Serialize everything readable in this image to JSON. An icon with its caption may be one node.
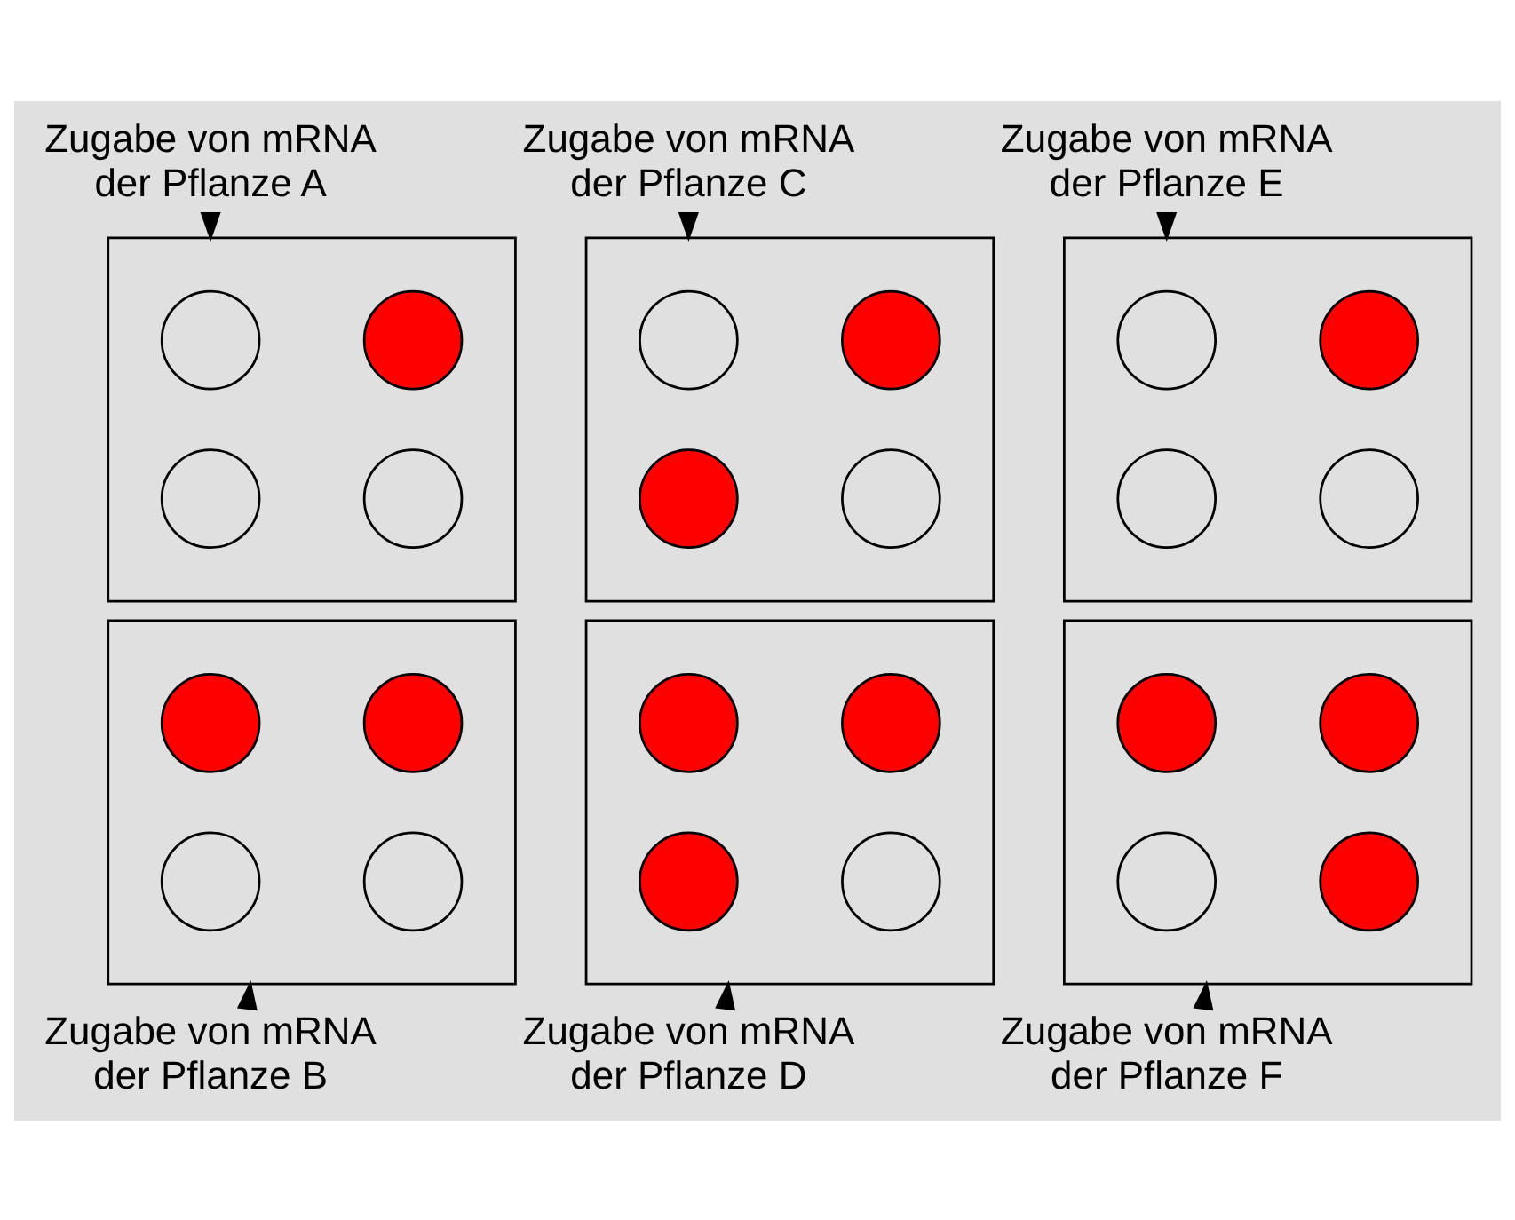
{
  "diagram": {
    "nodes": [
      {
        "text": [
          "Zugabe von mRNA der Pflanze A"
        ]
      },
      {
        "text": [
          "Zugabe von mRNA der Pflanze C"
        ]
      },
      {
        "text": [
          "Zugabe von mRNA der Pflanze E"
        ]
      },
      {
        "text": [],
        "shape": "box"
      },
      {
        "text": [],
        "shape": "circle",
        "in": 3
      },
      {
        "text": [],
        "shape": "circle",
        "in": 3
      },
      {
        "text": [],
        "shape": "circle",
        "in": 3
      },
      {
        "text": [],
        "shape": "circle",
        "in": 3
      },
      {
        "text": [],
        "shape": "box"
      },
      {
        "text": [],
        "shape": "circle",
        "in": 8
      },
      {
        "text": [],
        "shape": "circle",
        "in": 8
      },
      {
        "text": [],
        "shape": "circle",
        "in": 8
      },
      {
        "text": [],
        "shape": "circle",
        "in": 8
      },
      {
        "text": [],
        "shape": "box"
      },
      {
        "text": [],
        "shape": "circle",
        "in": 13
      },
      {
        "text": [],
        "shape": "circle",
        "in": 13
      },
      {
        "text": [],
        "shape": "circle",
        "in": 13
      },
      {
        "text": [],
        "shape": "circle",
        "in": 13
      },
      {
        "text": [],
        "shape": "box"
      },
      {
        "text": [],
        "shape": "circle",
        "in": 18
      },
      {
        "text": [],
        "shape": "circle",
        "in": 18
      },
      {
        "text": [],
        "shape": "circle",
        "in": 18
      },
      {
        "text": [],
        "shape": "circle",
        "in": 18
      },
      {
        "text": [],
        "shape": "box"
      },
      {
        "text": [],
        "shape": "circle",
        "in": 23
      },
      {
        "text": [],
        "shape": "circle",
        "in": 23
      },
      {
        "text": [],
        "shape": "circle",
        "in": 23
      },
      {
        "text": [],
        "shape": "circle",
        "in": 23
      },
      {
        "text": [],
        "shape": "box"
      },
      {
        "text": [],
        "shape": "circle",
        "in": 28
      },
      {
        "text": [],
        "shape": "circle",
        "in": 28
      },
      {
        "text": [],
        "shape": "circle",
        "in": 28
      },
      {
        "text": [],
        "shape": "circle",
        "in": 28
      },
      {
        "text": [
          "Zugabe von mRNA der Pflanze B"
        ]
      },
      {
        "text": [
          "Zugabe von mRNA der Pflanze D"
        ]
      },
      {
        "text": [
          "Zugabe von mRNA der Pflanze F"
        ]
      }
    ],
    "edges": [
      {
        "from": 0,
        "to": 3,
        "arrow": "to"
      },
      {
        "from": 1,
        "to": 8,
        "arrow": "to"
      },
      {
        "from": 2,
        "to": 13,
        "arrow": "to"
      },
      {
        "from": 33,
        "to": 18,
        "arrow": "to"
      },
      {
        "from": 34,
        "to": 23,
        "arrow": "to"
      },
      {
        "from": 35,
        "to": 28,
        "arrow": "to"
      }
    ]
  }
}
